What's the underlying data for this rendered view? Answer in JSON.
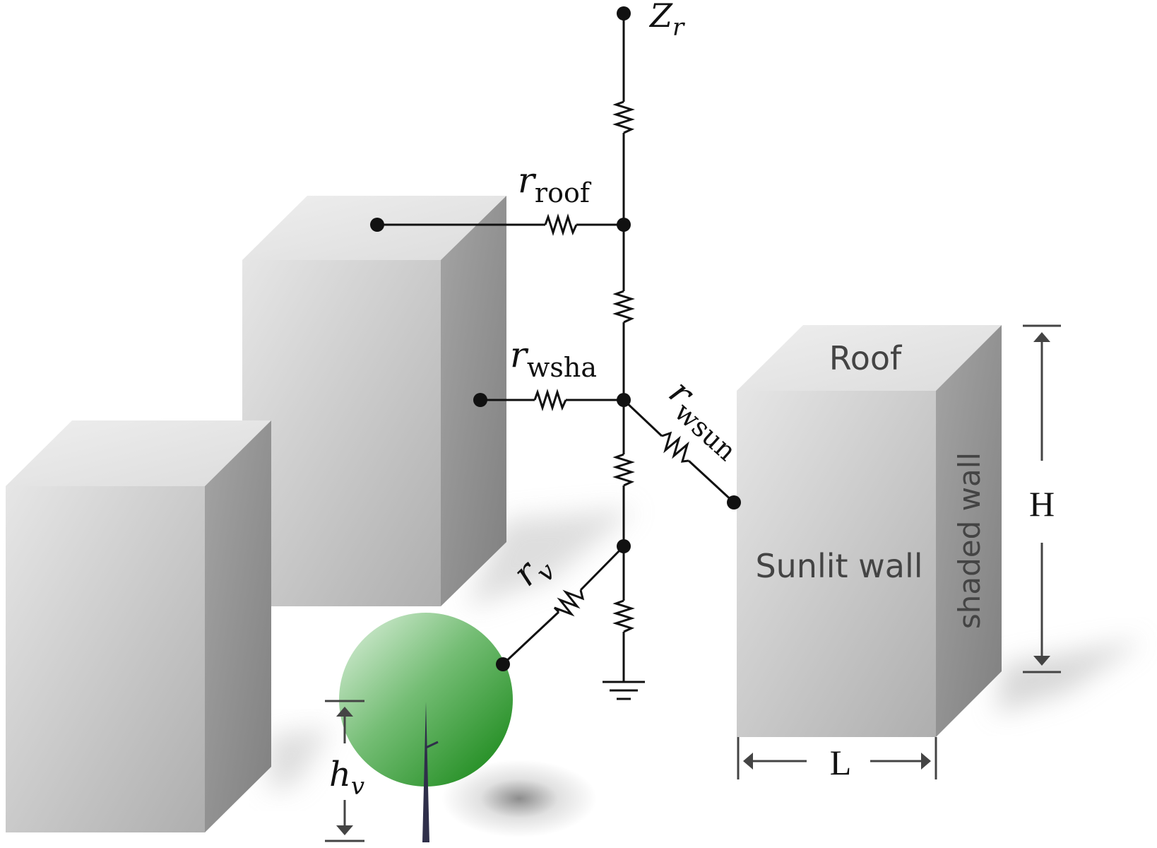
{
  "diagram": {
    "labels": {
      "z_reference": {
        "main": "Z",
        "sub": "r"
      },
      "r_roof": {
        "main": "r",
        "sub": "roof"
      },
      "r_wsha": {
        "main": "r",
        "sub": "wsha"
      },
      "r_wsun": {
        "main": "r",
        "sub": "wsun"
      },
      "r_v": {
        "main": "r",
        "sub": "v"
      },
      "h_v": {
        "main": "h",
        "sub": "v"
      },
      "roof": "Roof",
      "sunlit_wall": "Sunlit wall",
      "shaded_wall": "shaded wall",
      "height": "H",
      "length": "L"
    },
    "colors": {
      "building_front_light": "#e4e4e4",
      "building_front_dark": "#b0b0b0",
      "building_top": "#e8e8e8",
      "building_side": "#8c8c8c",
      "tree_light": "#d8eed8",
      "tree_dark": "#1a8a1a",
      "trunk": "#2f2f4a",
      "wire": "#111111",
      "dimension": "#444444"
    },
    "icons": [
      "ground-symbol-icon",
      "resistor-icon",
      "tree-icon",
      "building-icon"
    ]
  }
}
